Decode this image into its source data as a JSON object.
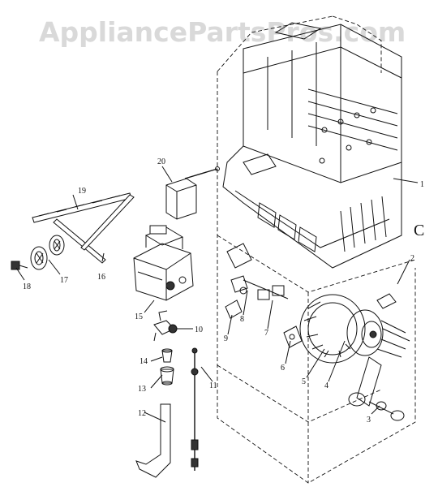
{
  "watermark": "AppliancePartsPros.com",
  "section_label": "C",
  "parts": [
    {
      "id": "p1",
      "label": "1"
    },
    {
      "id": "p2",
      "label": "2"
    },
    {
      "id": "p3",
      "label": "3"
    },
    {
      "id": "p4",
      "label": "4"
    },
    {
      "id": "p5",
      "label": "5"
    },
    {
      "id": "p6",
      "label": "6"
    },
    {
      "id": "p7",
      "label": "7"
    },
    {
      "id": "p8",
      "label": "8"
    },
    {
      "id": "p9",
      "label": "9"
    },
    {
      "id": "p10",
      "label": "10"
    },
    {
      "id": "p11",
      "label": "11"
    },
    {
      "id": "p12",
      "label": "12"
    },
    {
      "id": "p13",
      "label": "13"
    },
    {
      "id": "p14",
      "label": "14"
    },
    {
      "id": "p15",
      "label": "15"
    },
    {
      "id": "p16",
      "label": "16"
    },
    {
      "id": "p17",
      "label": "17"
    },
    {
      "id": "p18",
      "label": "18"
    },
    {
      "id": "p19",
      "label": "19"
    },
    {
      "id": "p20",
      "label": "20"
    }
  ]
}
